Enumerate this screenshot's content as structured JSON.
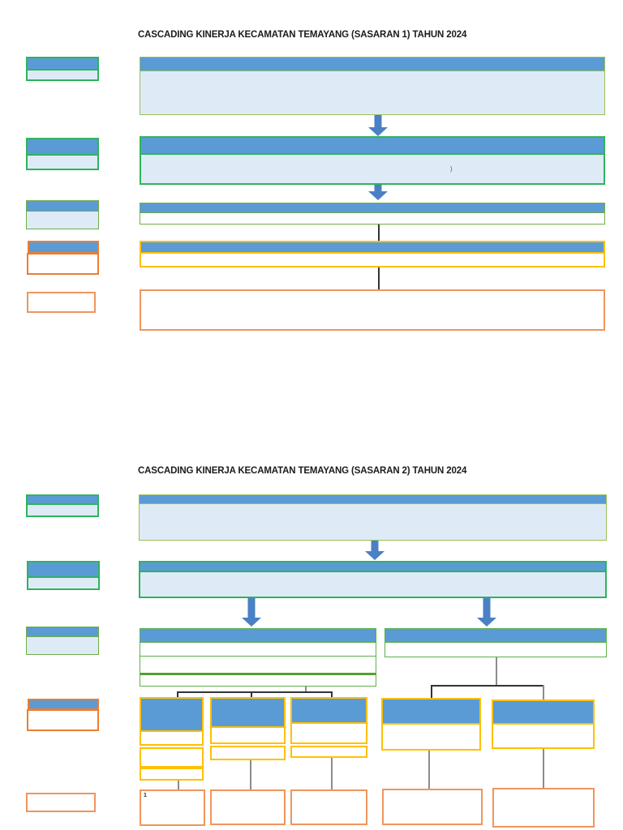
{
  "diagram1": {
    "title": "CASCADING KINERJA KECAMATAN TEMAYANG (SASARAN 1) TAHUN 2024",
    "body_glyph": ")"
  },
  "diagram2": {
    "title": "CASCADING KINERJA KECAMATAN TEMAYANG (SASARAN 2) TAHUN 2024",
    "footnote_glyph": "1"
  },
  "colors": {
    "header_blue": "#5B9BD5",
    "body_light_blue": "#DEEBF7",
    "green_emerald": "#2FB45C",
    "green_medium": "#70AD47",
    "green_olive": "#97BF57",
    "green_row": "#5BB04A",
    "green_divider": "#52A031",
    "yellow": "#FFC000",
    "orange": "#ED7D31",
    "orange_light": "#F0955C",
    "arrow_blue": "#4A80C4",
    "line_dark": "#333333",
    "line_gray": "#8C8C8C"
  }
}
